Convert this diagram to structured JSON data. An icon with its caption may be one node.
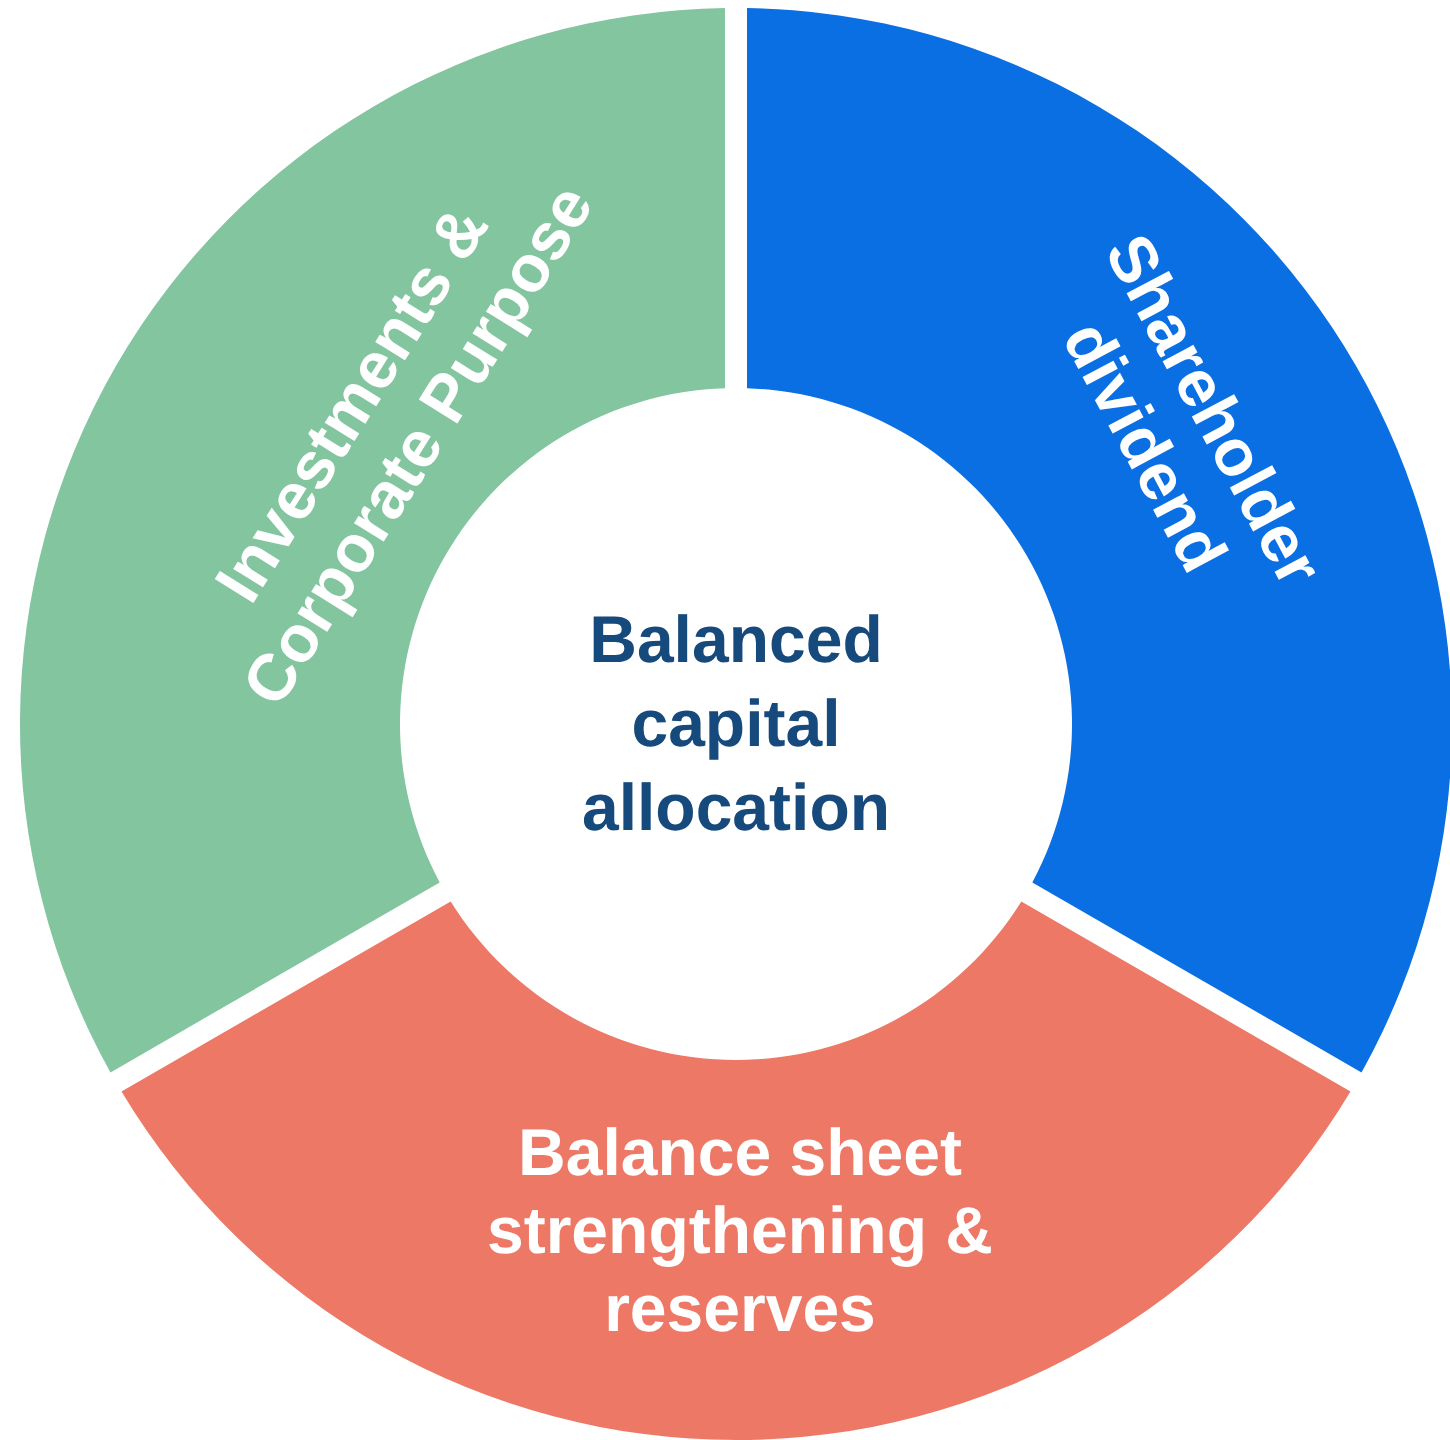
{
  "diagram": {
    "nodes": [
      {
        "text": [
          "Investments & Corporate Purpose"
        ]
      },
      {
        "text": [
          "Shareholder dividend"
        ]
      },
      {
        "text": [
          "Balance sheet strengthening & reserves"
        ]
      },
      {
        "text": [
          "Balanced capital allocation"
        ]
      }
    ]
  }
}
